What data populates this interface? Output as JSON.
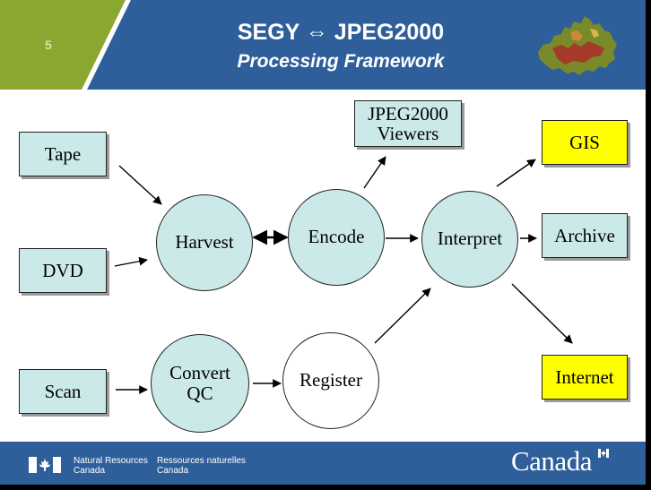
{
  "header": {
    "slide_number": "5",
    "title_line1": "SEGY ⇔ JPEG2000",
    "title_line2": "Processing Framework"
  },
  "diagram": {
    "sources": {
      "tape": "Tape",
      "dvd": "DVD",
      "scan": "Scan"
    },
    "processes": {
      "harvest": "Harvest",
      "encode": "Encode",
      "interpret": "Interpret",
      "convert_qc_line1": "Convert",
      "convert_qc_line2": "QC",
      "register": "Register"
    },
    "viewers": {
      "line1": "JPEG2000",
      "line2": "Viewers"
    },
    "outputs": {
      "gis": "GIS",
      "archive": "Archive",
      "internet": "Internet"
    }
  },
  "footer": {
    "dept_en_line1": "Natural Resources",
    "dept_en_line2": "Canada",
    "dept_fr_line1": "Ressources naturelles",
    "dept_fr_line2": "Canada",
    "wordmark": "Canada"
  },
  "colors": {
    "header_blue": "#2f5f9a",
    "header_green": "#8aa72f",
    "node_fill": "#cce9ea",
    "output_highlight": "#ffff00"
  }
}
